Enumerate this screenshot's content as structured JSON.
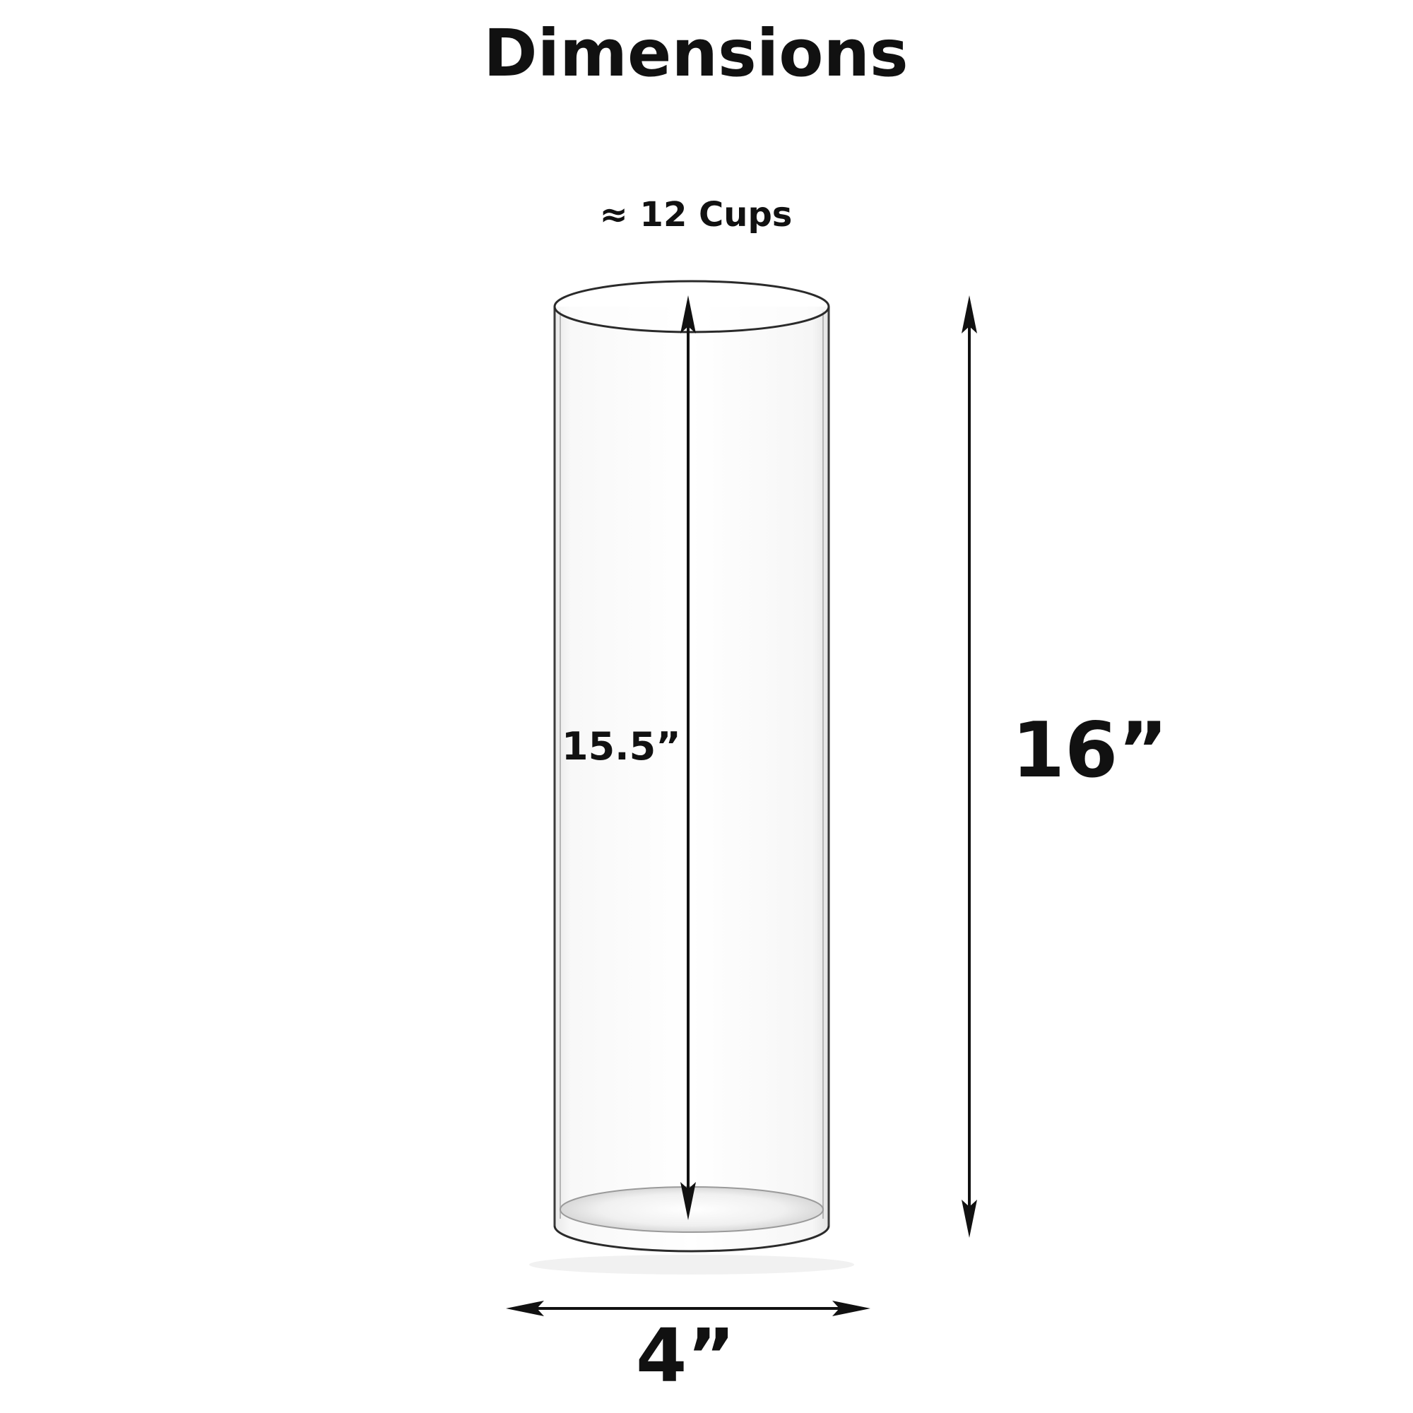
{
  "title": "Dimensions",
  "capacity": "≈ 12 Cups",
  "measurements": {
    "inner_height": "15.5”",
    "outer_height": "16”",
    "diameter": "4”"
  },
  "colors": {
    "background": "#ffffff",
    "text": "#111111",
    "glass_outline": "#3a3a3a",
    "arrow": "#111111"
  },
  "icons": {
    "product": "clear-glass-cylinder-vase"
  }
}
